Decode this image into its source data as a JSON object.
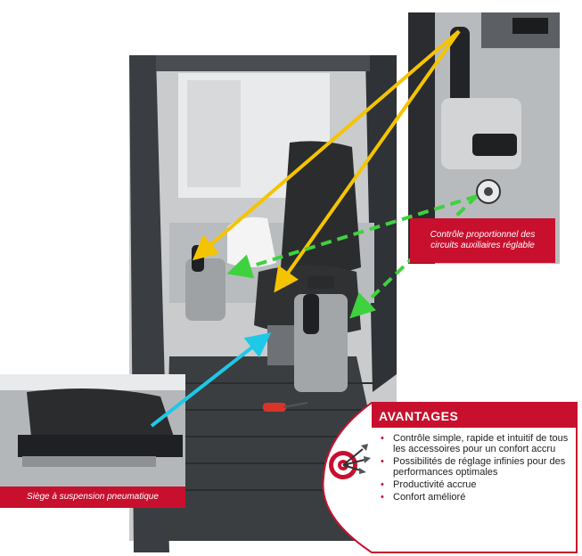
{
  "captions": {
    "aux_control": "Contrôle proportionnel des circuits auxiliaires réglable",
    "seat_suspension": "Siège à suspension pneumatique"
  },
  "benefits": {
    "title": "AVANTAGES",
    "items": [
      "Contrôle simple, rapide et intuitif de tous les accessoires pour un confort accru",
      "Possibilités de réglage infinies pour des performances optimales",
      "Productivité accrue",
      "Confort amélioré"
    ]
  },
  "colors": {
    "accent_red": "#c8102e",
    "arrow_yellow": "#f5c400",
    "arrow_green": "#3fd23f",
    "arrow_cyan": "#1ec8e6"
  },
  "icons": [
    "target-dart-icon"
  ]
}
